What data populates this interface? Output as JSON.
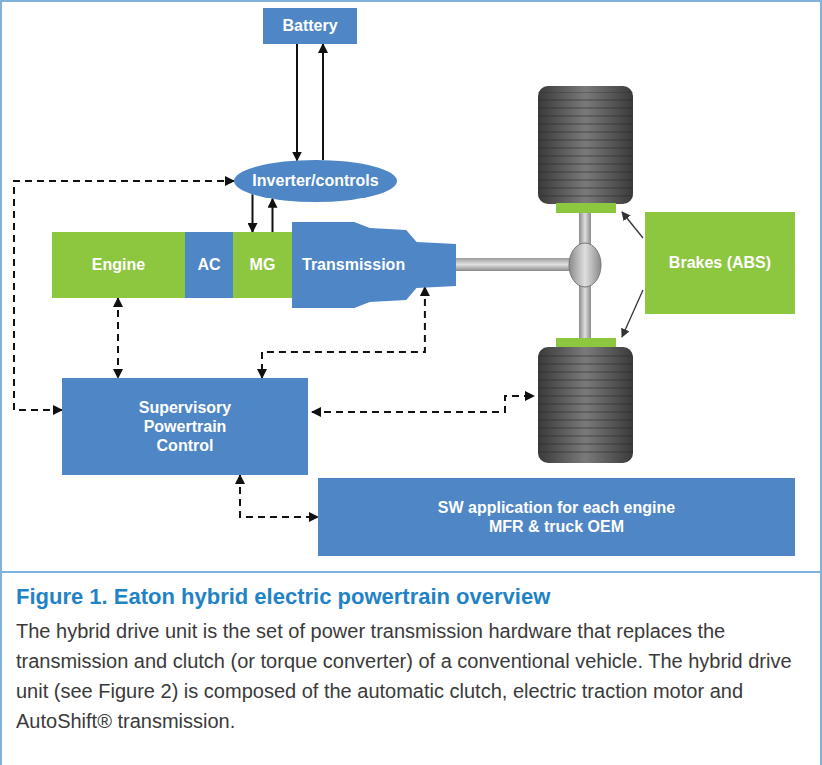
{
  "diagram": {
    "title": "Figure 1. Eaton hybrid electric powertrain overview",
    "caption": "The hybrid drive unit is the set of power transmission hardware that replaces the transmission and clutch (or torque converter) of a conventional vehicle. The hybrid drive unit (see Figure 2) is composed of the automatic clutch, electric traction motor and AutoShift® transmission.",
    "nodes": [
      {
        "text": [
          "Battery"
        ]
      },
      {
        "text": [
          "Inverter/controls"
        ]
      },
      {
        "text": [
          "Engine"
        ]
      },
      {
        "text": [
          "AC"
        ]
      },
      {
        "text": [
          "MG"
        ]
      },
      {
        "text": [
          "Transmission"
        ]
      },
      {
        "text": [
          "Supervisory Powertrain Control"
        ]
      },
      {
        "text": [
          "Brakes (ABS)"
        ]
      },
      {
        "text": [
          "SW application for each engine MFR & truck OEM"
        ]
      }
    ],
    "edges": [
      {
        "from": 0,
        "to": 1,
        "arrow": "to"
      },
      {
        "from": 1,
        "to": 0,
        "arrow": "to"
      },
      {
        "from": 1,
        "to": 4,
        "arrow": "to"
      },
      {
        "from": 4,
        "to": 1,
        "arrow": "to"
      },
      {
        "from": 6,
        "to": 1,
        "arrow": "both"
      },
      {
        "from": 2,
        "to": 6,
        "arrow": "both"
      },
      {
        "from": 5,
        "to": 6,
        "arrow": "both"
      },
      {
        "from": 6,
        "to": 8,
        "arrow": "both"
      }
    ]
  }
}
